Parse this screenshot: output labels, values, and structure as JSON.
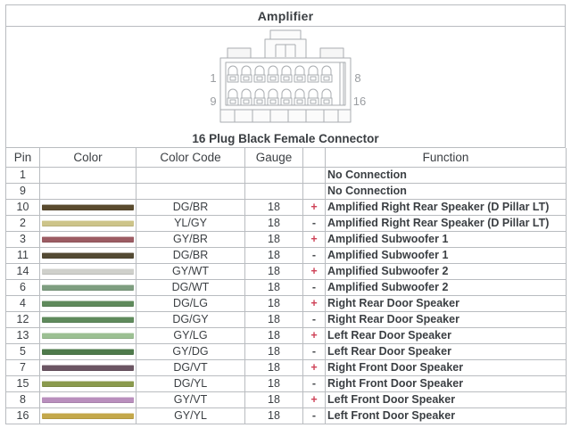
{
  "header": {
    "title": "Amplifier"
  },
  "connector": {
    "caption": "16 Plug Black Female Connector",
    "label_top_left": "1",
    "label_top_right": "8",
    "label_bottom_left": "9",
    "label_bottom_right": "16",
    "cavities_per_row": 8,
    "rows": 2
  },
  "table": {
    "columns": [
      "Pin",
      "Color",
      "Color Code",
      "Gauge",
      "",
      "Function"
    ],
    "rows": [
      {
        "pin": "1",
        "swatch": "",
        "code": "",
        "gauge": "",
        "polarity": "",
        "function": "No Connection"
      },
      {
        "pin": "9",
        "swatch": "",
        "code": "",
        "gauge": "",
        "polarity": "",
        "function": "No Connection"
      },
      {
        "pin": "10",
        "swatch": "#5a4b2e",
        "code": "DG/BR",
        "gauge": "18",
        "polarity": "+",
        "function": "Amplified Right Rear Speaker (D Pillar LT)"
      },
      {
        "pin": "2",
        "swatch": "#cdc489",
        "code": "YL/GY",
        "gauge": "18",
        "polarity": "-",
        "function": "Amplified Right Rear Speaker (D Pillar LT)"
      },
      {
        "pin": "3",
        "swatch": "#9c5c63",
        "code": "GY/BR",
        "gauge": "18",
        "polarity": "+",
        "function": "Amplified Subwoofer 1"
      },
      {
        "pin": "11",
        "swatch": "#534a33",
        "code": "DG/BR",
        "gauge": "18",
        "polarity": "-",
        "function": "Amplified Subwoofer 1"
      },
      {
        "pin": "14",
        "swatch": "#cfd0cb",
        "code": "GY/WT",
        "gauge": "18",
        "polarity": "+",
        "function": "Amplified Subwoofer 2"
      },
      {
        "pin": "6",
        "swatch": "#7e9e80",
        "code": "DG/WT",
        "gauge": "18",
        "polarity": "-",
        "function": "Amplified Subwoofer 2"
      },
      {
        "pin": "4",
        "swatch": "#5f8a5c",
        "code": "DG/LG",
        "gauge": "18",
        "polarity": "+",
        "function": "Right Rear Door Speaker"
      },
      {
        "pin": "12",
        "swatch": "#5f8a5c",
        "code": "DG/GY",
        "gauge": "18",
        "polarity": "-",
        "function": "Right Rear Door Speaker"
      },
      {
        "pin": "13",
        "swatch": "#9cc093",
        "code": "GY/LG",
        "gauge": "18",
        "polarity": "+",
        "function": "Left Rear Door Speaker"
      },
      {
        "pin": "5",
        "swatch": "#4e7a4b",
        "code": "GY/DG",
        "gauge": "18",
        "polarity": "-",
        "function": "Left Rear Door Speaker"
      },
      {
        "pin": "7",
        "swatch": "#6b5563",
        "code": "DG/VT",
        "gauge": "18",
        "polarity": "+",
        "function": "Right Front  Door Speaker"
      },
      {
        "pin": "15",
        "swatch": "#8a9a4d",
        "code": "DG/YL",
        "gauge": "18",
        "polarity": "-",
        "function": "Right Front  Door Speaker"
      },
      {
        "pin": "8",
        "swatch": "#b98fbd",
        "code": "GY/VT",
        "gauge": "18",
        "polarity": "+",
        "function": "Left Front  Door Speaker"
      },
      {
        "pin": "16",
        "swatch": "#c4a84a",
        "code": "GY/YL",
        "gauge": "18",
        "polarity": "-",
        "function": "Left Front  Door Speaker"
      }
    ]
  }
}
